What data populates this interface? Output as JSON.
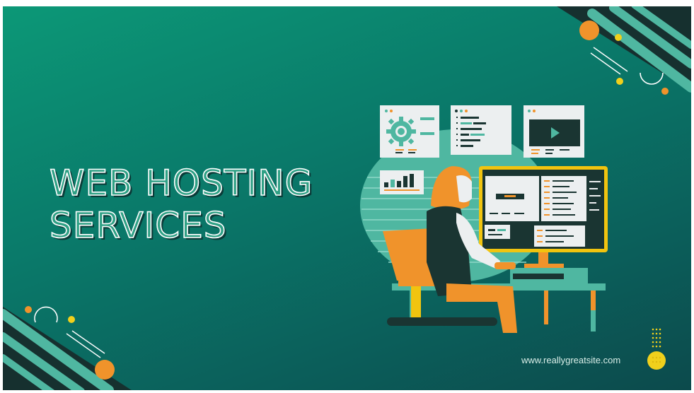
{
  "banner": {
    "title_line1": "WEB HOSTING",
    "title_line2": "SERVICES",
    "website": "www.reallygreatsite.com"
  },
  "icons": [
    "gear-icon",
    "code-icon",
    "play-icon",
    "bar-chart-icon"
  ],
  "colors": {
    "background_top": "#0c9877",
    "background_bottom": "#0c4a4c",
    "accent_orange": "#f0932b",
    "accent_yellow": "#f1d01c",
    "accent_teal": "#4fb7a1",
    "dark": "#1a3532"
  }
}
